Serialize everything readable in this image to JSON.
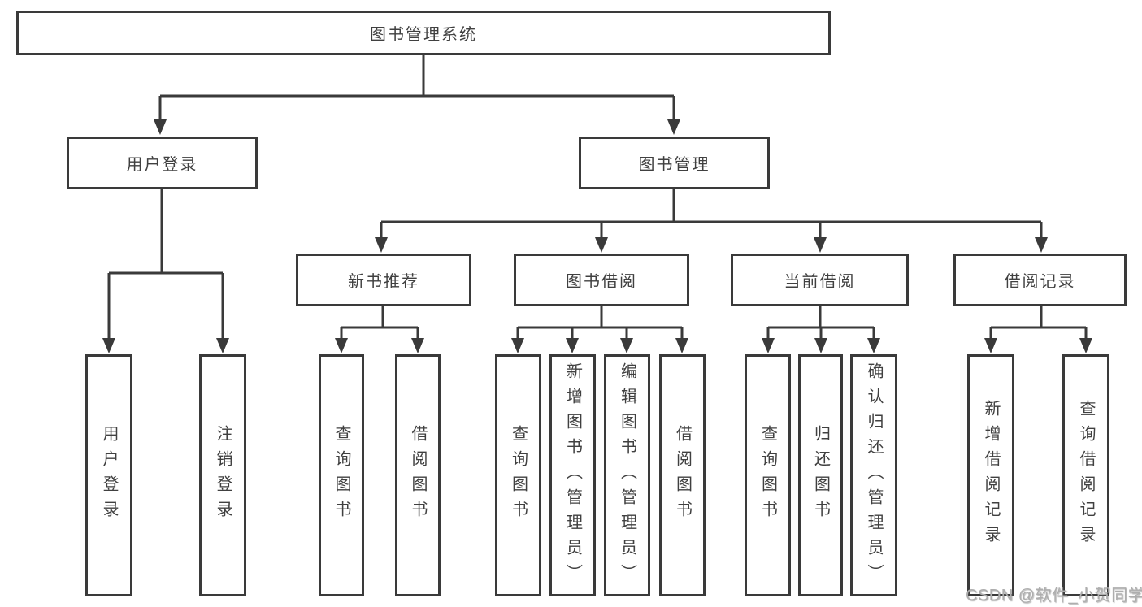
{
  "nodes": {
    "root": "图书管理系统",
    "user_login": "用户登录",
    "book_mgmt": "图书管理",
    "new_book": "新书推荐",
    "book_borrow": "图书借阅",
    "current_borrow": "当前借阅",
    "borrow_records": "借阅记录"
  },
  "leaves": {
    "user_login": [
      "用户登录",
      "注销登录"
    ],
    "new_book": [
      "查询图书",
      "借阅图书"
    ],
    "book_borrow": [
      "查询图书",
      "新增图书（管理员）",
      "编辑图书（管理员）",
      "借阅图书"
    ],
    "current_borrow": [
      "查询图书",
      "归还图书",
      "确认归还（管理员）"
    ],
    "borrow_records": [
      "新增借阅记录",
      "查询借阅记录"
    ]
  },
  "watermark": "CSDN @软件_小贺同学",
  "colors": {
    "line": "#3a3a3a",
    "text": "#404040",
    "watermark": "#aeaeae",
    "background": "#ffffff"
  }
}
